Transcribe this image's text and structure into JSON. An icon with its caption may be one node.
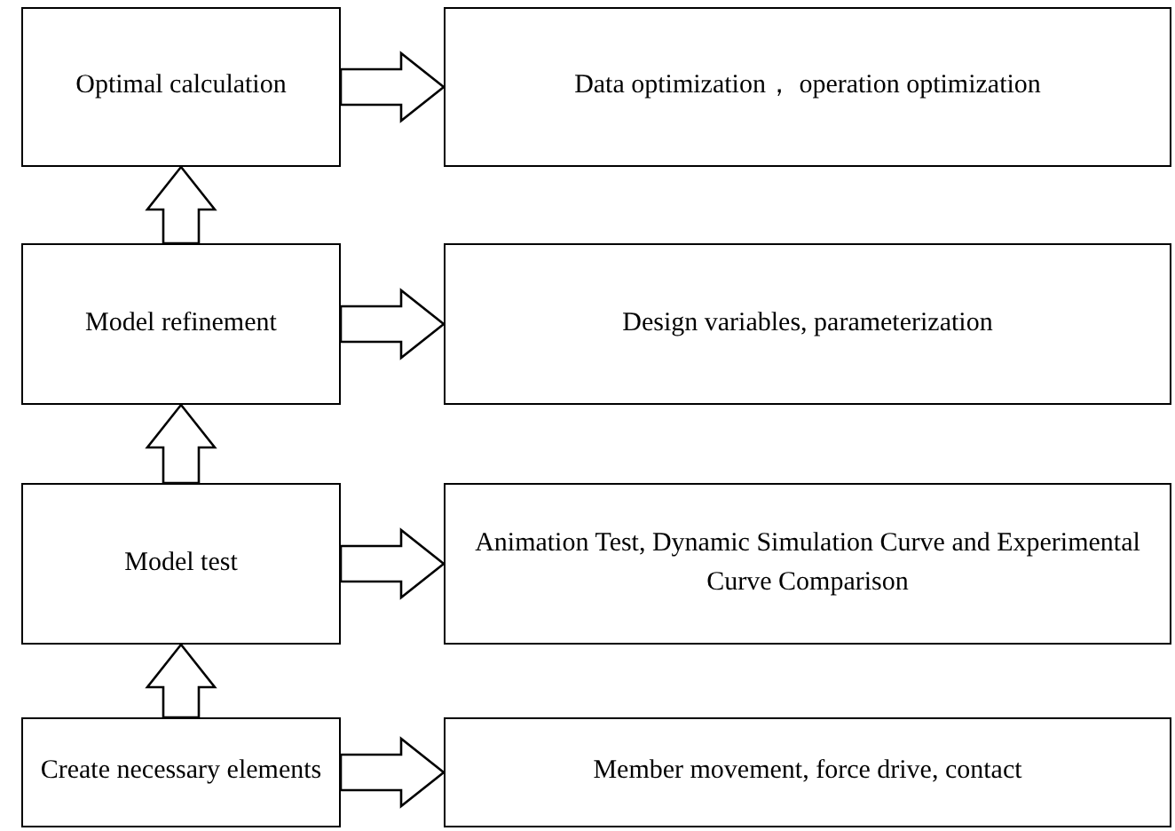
{
  "diagram": {
    "nodes": [
      {
        "text": [
          "Optimal calculation"
        ]
      },
      {
        "text": [
          "Data optimization， operation optimization"
        ]
      },
      {
        "text": [
          "Model refinement"
        ]
      },
      {
        "text": [
          "Design variables, parameterization"
        ]
      },
      {
        "text": [
          "Model test"
        ]
      },
      {
        "text": [
          "Animation Test, Dynamic Simulation Curve and Experimental Curve Comparison"
        ]
      },
      {
        "text": [
          "Create necessary elements"
        ]
      },
      {
        "text": [
          "Member movement, force drive, contact"
        ]
      }
    ],
    "edges": [
      {
        "from": 0,
        "to": 1,
        "arrow": "to"
      },
      {
        "from": 2,
        "to": 0,
        "arrow": "to"
      },
      {
        "from": 2,
        "to": 3,
        "arrow": "to"
      },
      {
        "from": 4,
        "to": 2,
        "arrow": "to"
      },
      {
        "from": 4,
        "to": 5,
        "arrow": "to"
      },
      {
        "from": 6,
        "to": 4,
        "arrow": "to"
      },
      {
        "from": 6,
        "to": 7,
        "arrow": "to"
      }
    ]
  }
}
